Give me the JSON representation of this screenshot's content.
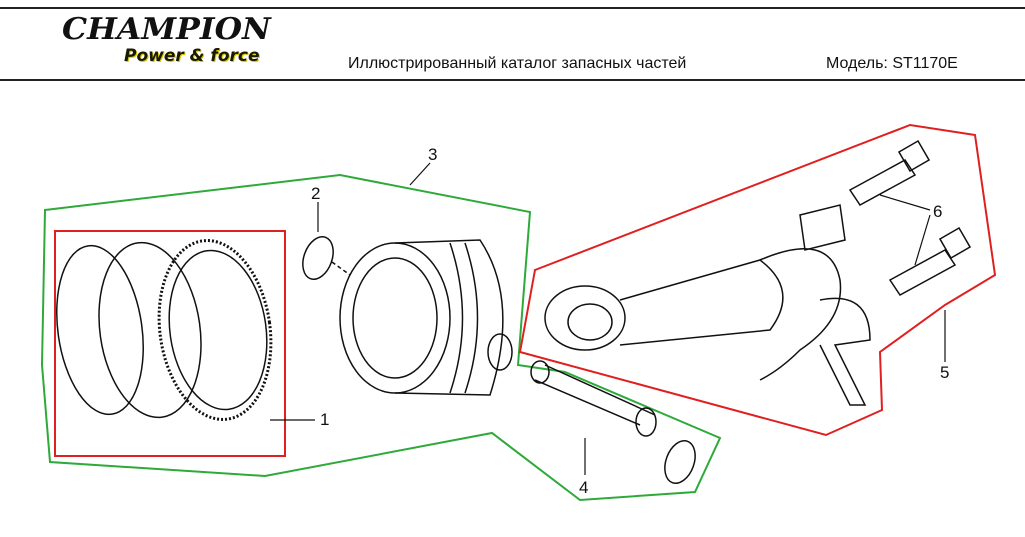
{
  "header": {
    "logo_brand": "CHAMPION",
    "logo_tagline": "Power & force",
    "title": "Иллюстрированный каталог запасных частей",
    "model": "Модель: ST1170E"
  },
  "callouts": [
    {
      "number": "1",
      "part": "piston-rings"
    },
    {
      "number": "2",
      "part": "piston-pin-clip"
    },
    {
      "number": "3",
      "part": "piston-assembly"
    },
    {
      "number": "4",
      "part": "piston-pin"
    },
    {
      "number": "5",
      "part": "connecting-rod"
    },
    {
      "number": "6",
      "part": "connecting-rod-bolts"
    }
  ],
  "colors": {
    "group_outline": "#2eaa3a",
    "subgroup_outline": "#e02020"
  }
}
